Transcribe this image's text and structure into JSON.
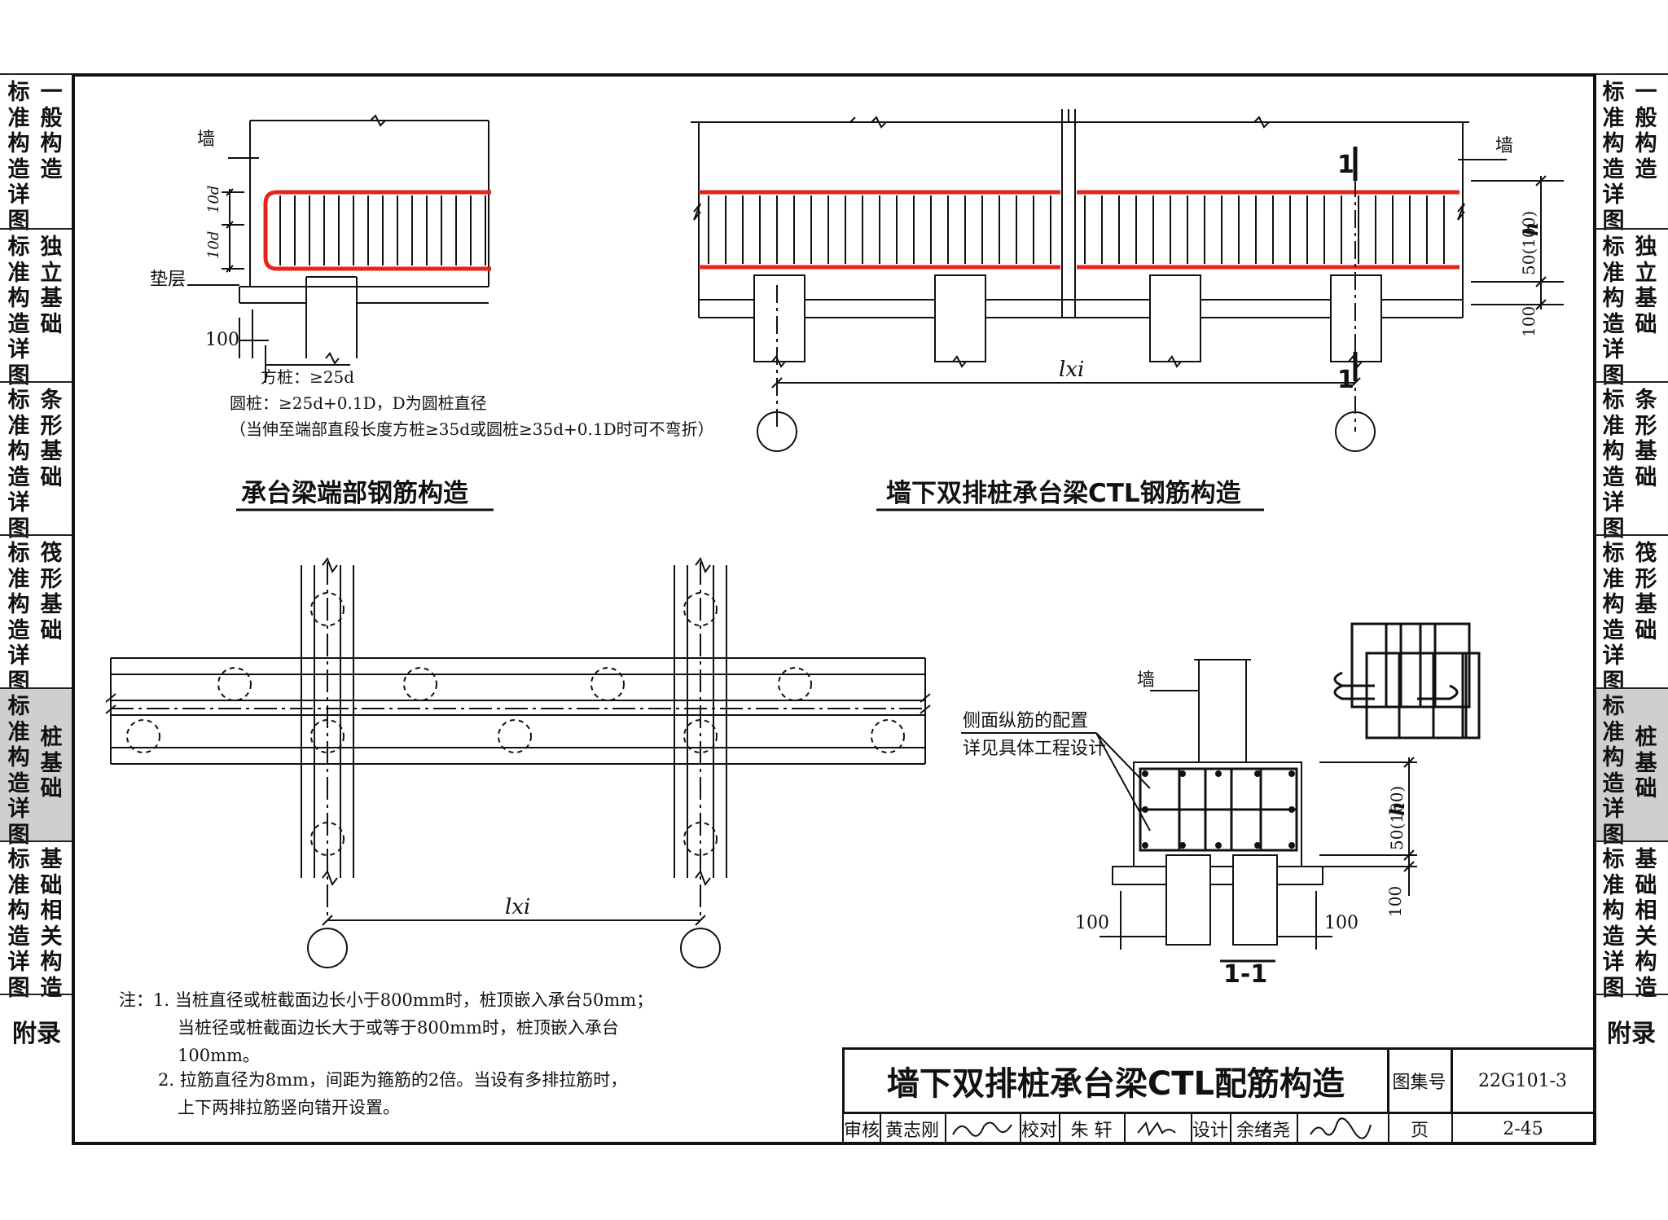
{
  "side_tabs_left": [
    {
      "c1": "标准构造详图",
      "c2": "一般构造",
      "active": false
    },
    {
      "c1": "标准构造详图",
      "c2": "独立基础",
      "active": false
    },
    {
      "c1": "标准构造详图",
      "c2": "条形基础",
      "active": false
    },
    {
      "c1": "标准构造详图",
      "c2": "筏形基础",
      "active": false
    },
    {
      "c1": "标准构造详图",
      "c2": "桩基础",
      "active": true
    },
    {
      "c1": "标准构造详图",
      "c2": "基础相关构造",
      "active": false
    }
  ],
  "appendix_label": "附录",
  "drawing1": {
    "title": "承台梁端部钢筋构造",
    "wall_label": "墙",
    "cushion_label": "垫层",
    "dim_10d_top": "10d",
    "dim_10d_bottom": "10d",
    "dim_100": "100",
    "note_square": "方桩：≥25d",
    "note_round": "圆桩：≥25d+0.1D，D为圆桩直径",
    "note_cond": "（当伸至端部直段长度方桩≥35d或圆桩≥35d+0.1D时可不弯折）"
  },
  "drawing2": {
    "title": "墙下双排桩承台梁CTL钢筋构造",
    "wall_label": "墙",
    "section_mark_top": "1",
    "section_mark_bottom": "1",
    "dim_50": "50(100)",
    "dim_h": "h",
    "dim_100": "100",
    "dim_lxi": "lxi"
  },
  "drawing3": {
    "dim_lxi": "lxi"
  },
  "drawing4": {
    "title": "1-1",
    "wall_label": "墙",
    "side_note_line1": "侧面纵筋的配置",
    "side_note_line2": "详见具体工程设计",
    "dim_50": "50(100)",
    "dim_h": "h",
    "dim_100_right": "100",
    "dim_100_left_bottom": "100",
    "dim_100_right_bottom": "100"
  },
  "notes": [
    "注：1. 当桩直径或桩截面边长小于800mm时，桩顶嵌入承台50mm；",
    "当桩径或桩截面边长大于或等于800mm时，桩顶嵌入承台",
    "100mm。",
    "2. 拉筋直径为8mm，间距为箍筋的2倍。当设有多排拉筋时，",
    "上下两排拉筋竖向错开设置。"
  ],
  "title_block": {
    "title": "墙下双排桩承台梁CTL配筋构造",
    "atlas_label": "图集号",
    "atlas_no": "22G101-3",
    "review_label": "审核",
    "reviewer": "黄志刚",
    "check_label": "校对",
    "checker": "朱 轩",
    "design_label": "设计",
    "designer": "余绪尧",
    "page_label": "页",
    "page_no": "2-45"
  },
  "colors": {
    "rebar_main": "#e8231c",
    "line": "#111111",
    "tab_active": "#cfcfcf"
  }
}
